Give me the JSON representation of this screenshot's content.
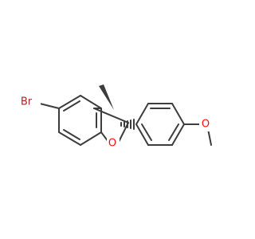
{
  "molecule": {
    "atom_labels": {
      "bromine": "Br",
      "ring_oxygen": "O",
      "methoxy_oxygen": "O"
    },
    "colors": {
      "bond": "#3d3d3d",
      "bromine": "#a52a2a",
      "oxygen": "#ff0d0d",
      "background": "#ffffff"
    }
  }
}
